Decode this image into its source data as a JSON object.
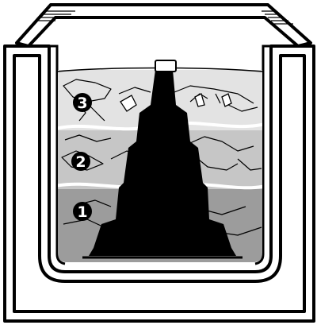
{
  "markers": [
    {
      "id": "3",
      "label": "3"
    },
    {
      "id": "2",
      "label": "2"
    },
    {
      "id": "1",
      "label": "1"
    }
  ],
  "colors": {
    "outline": "#000000",
    "background": "#ffffff",
    "layer_top": "#e3e3e3",
    "layer_middle": "#c6c6c6",
    "layer_bottom": "#9c9c9c",
    "plunger": "#000000",
    "marker_fill": "#000000",
    "marker_text": "#ffffff"
  },
  "icons": {
    "container": "open-box-icon",
    "plunger": "tamping-cone-icon"
  }
}
